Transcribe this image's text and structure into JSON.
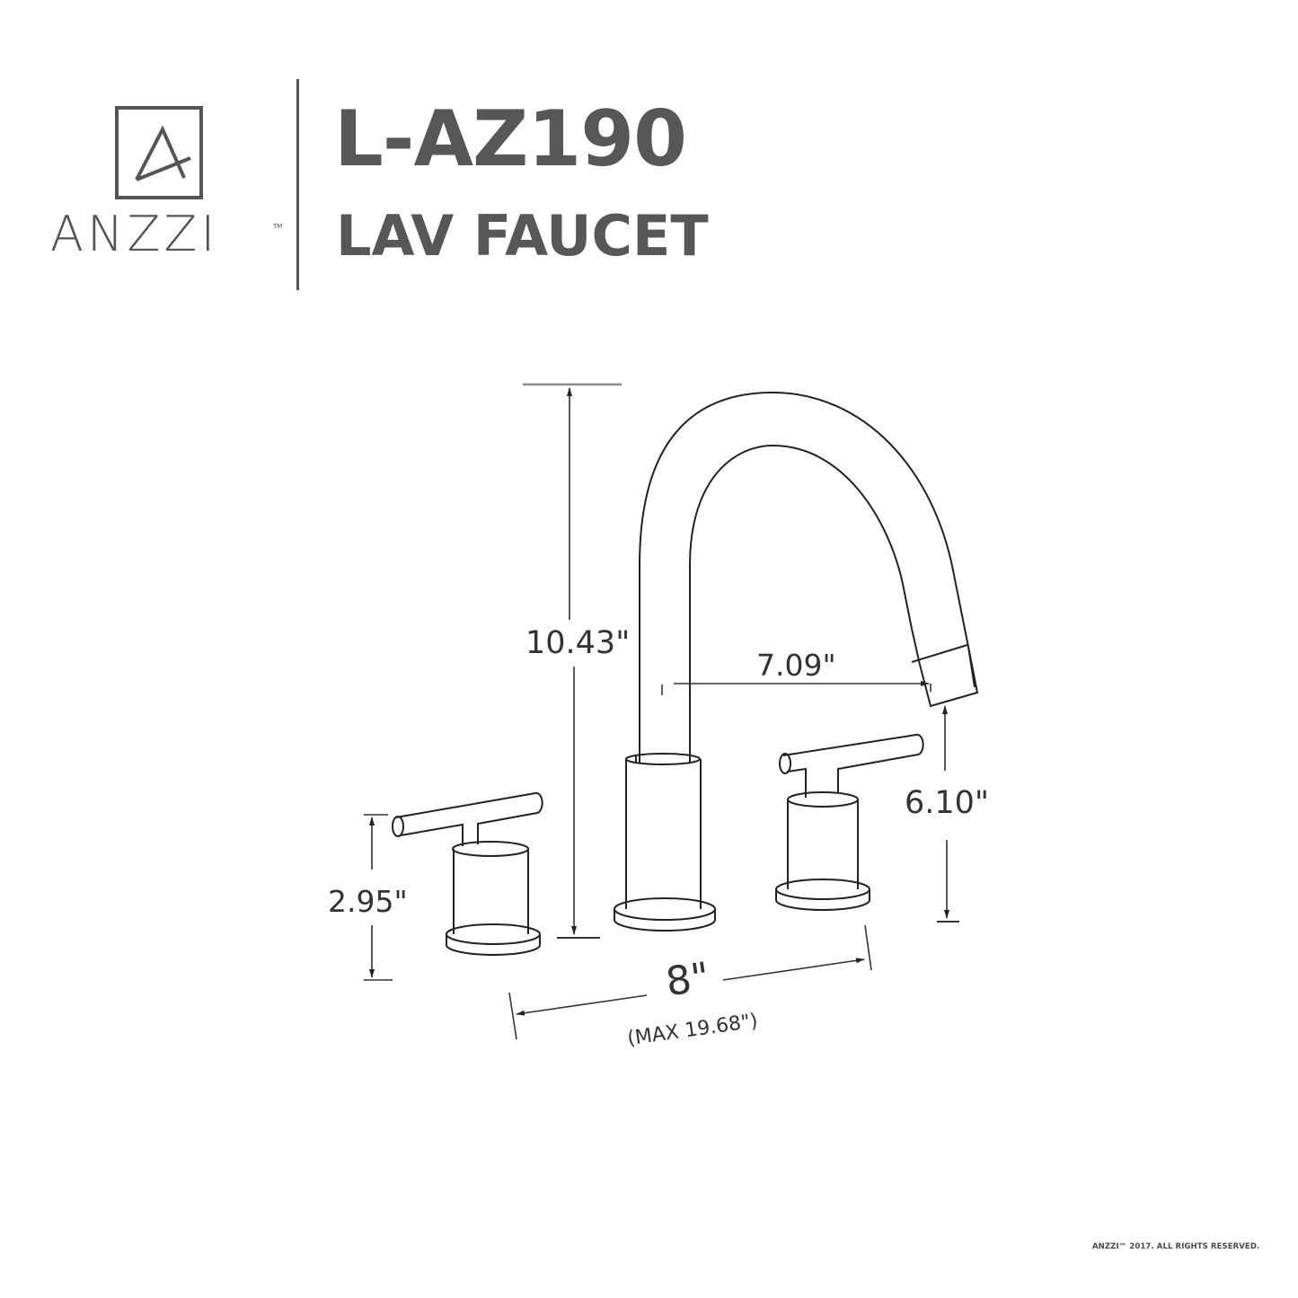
{
  "brand": {
    "name": "ANZZI",
    "trademark": "TM",
    "logo_icon": "anzzi-a-in-square-icon",
    "color": "#555555"
  },
  "header": {
    "model": "L-AZ190",
    "product_type": "LAV FAUCET",
    "text_color": "#575757"
  },
  "diagram": {
    "subject": "three-hole widespread lavatory faucet (spout + two lever handles)",
    "line_color": "#222222",
    "dimensions": {
      "overall_height": "10.43\"",
      "spout_reach": "7.09\"",
      "spout_height": "6.10\"",
      "handle_height": "2.95\"",
      "center_spread": "8\"",
      "center_spread_max": "(MAX 19.68\")"
    }
  },
  "footer": {
    "copyright": "ANZZI™ 2017. ALL RIGHTS RESERVED."
  }
}
